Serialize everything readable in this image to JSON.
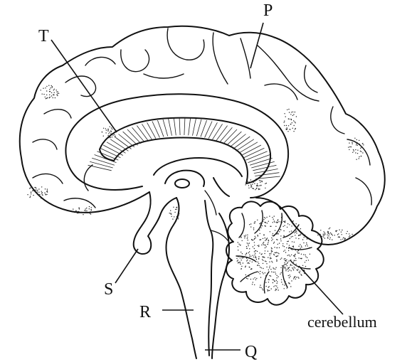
{
  "labels": {
    "p": "P",
    "t": "T",
    "s": "S",
    "r": "R",
    "q": "Q",
    "cerebellum": "cerebellum"
  }
}
